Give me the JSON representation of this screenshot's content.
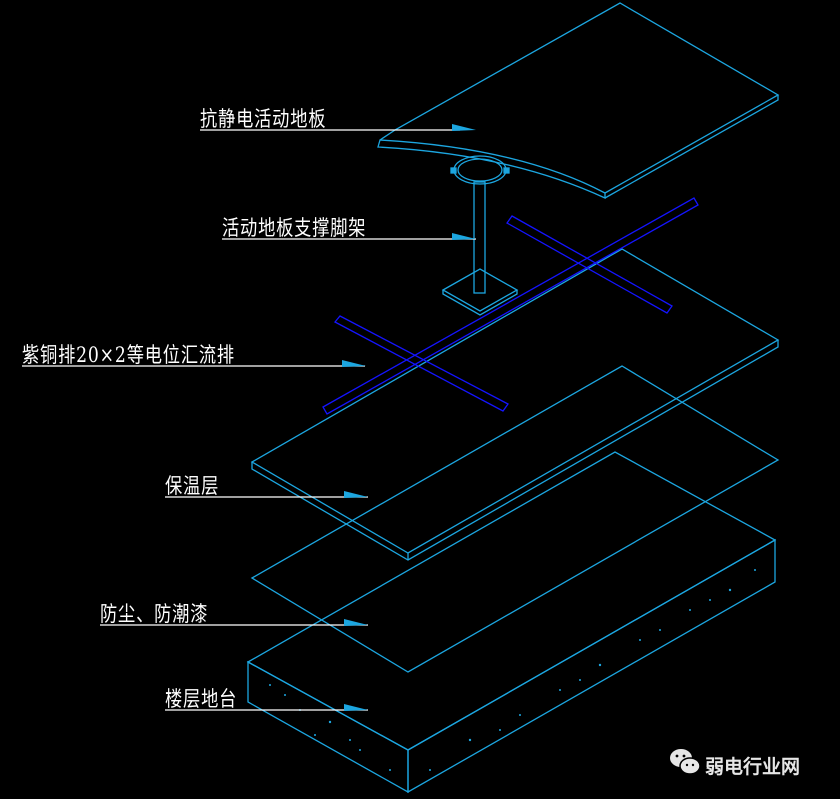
{
  "labels": {
    "floor_panel": "抗静电活动地板",
    "support_pedestal": "活动地板支撑脚架",
    "copper_bar": "紫铜排20×2等电位汇流排",
    "insulation": "保温层",
    "coating": "防尘、防潮漆",
    "slab": "楼层地台"
  },
  "watermark": "弱电行业网",
  "colors": {
    "outline": "#1ca6e0",
    "copper": "#1414ff",
    "leader": "#ffffff",
    "background": "#000000"
  }
}
